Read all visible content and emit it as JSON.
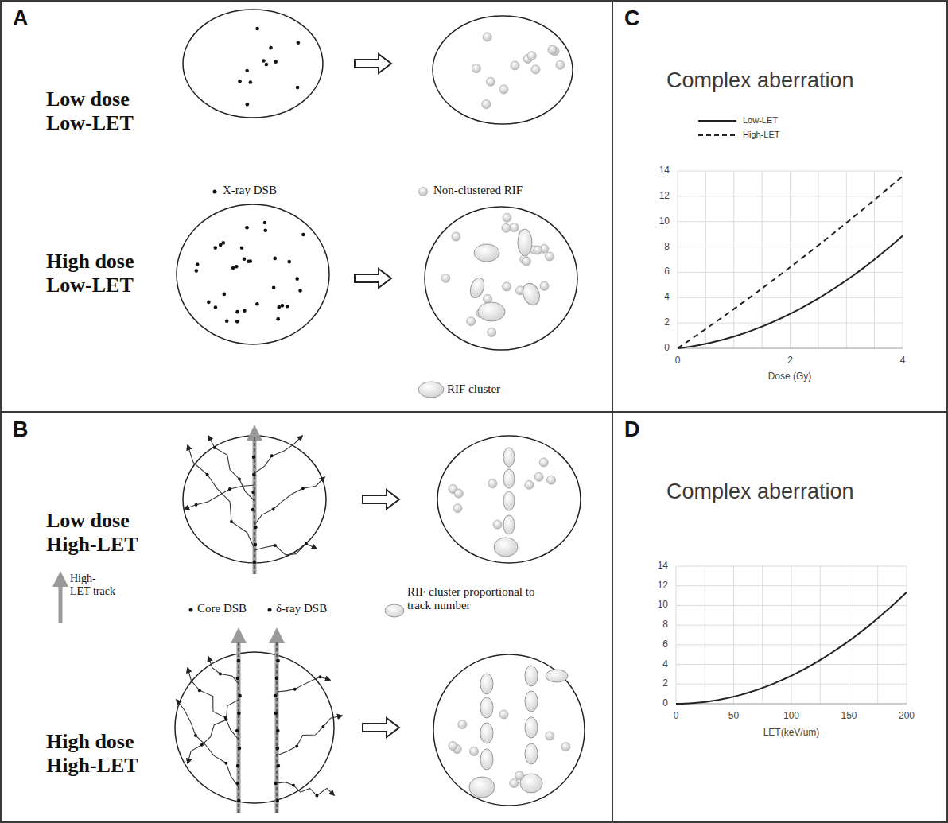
{
  "diagram": {
    "nodes": [
      {
        "text": [
          "A"
        ]
      },
      {
        "text": [
          "C"
        ]
      },
      {
        "text": [
          "B"
        ]
      },
      {
        "text": [
          "D"
        ]
      }
    ],
    "labels": [
      "Low dose Low-LET",
      "X-ray DSB",
      "Non-clustered RIF",
      "High dose Low-LET",
      "RIF cluster",
      "Low dose High-LET",
      "High-LET track",
      "Core DSB",
      "δ-ray DSB",
      "RIF cluster proportional to track number",
      "High dose High-LET",
      "Complex aberration",
      "0",
      "2",
      "4",
      "6",
      "8",
      "10",
      "12",
      "14",
      "0",
      "2",
      "4",
      "Dose (Gy)",
      "Complex aberration",
      "0",
      "2",
      "4",
      "6",
      "8",
      "10",
      "12",
      "14",
      "0",
      "50",
      "100",
      "150",
      "200",
      "LET(keV/um)"
    ],
    "legend": [
      {
        "text": "Low-LET"
      },
      {
        "text": "High-LET"
      }
    ]
  }
}
